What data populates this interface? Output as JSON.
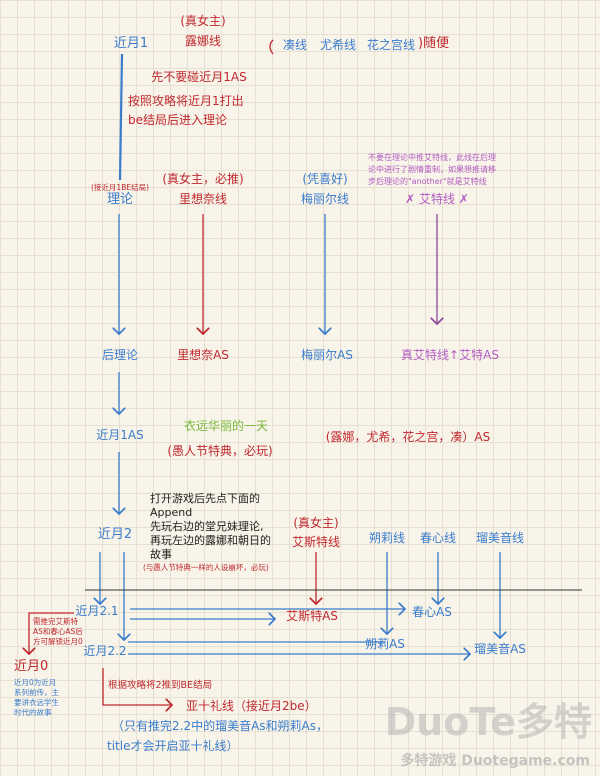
{
  "top": {
    "heroine_tag": "(真女主)",
    "luna_route": "露娜线",
    "tsuki1": "近月1",
    "side_paren": "(",
    "side_routes": [
      "凑线",
      "尤希线",
      "花之宫线"
    ],
    "side_note": ")随便",
    "note1": "先不要碰近月1AS",
    "note2_line1": "按照攻略将近月1打出",
    "note2_line2": "be结局后进入理论"
  },
  "theory": {
    "small_note": "(接近月1BE结局)",
    "label": "理论",
    "risona_tag": "(真女主，必推)",
    "risona_route": "里想奈线",
    "meryl_tag": "(凭喜好)",
    "meryl_route": "梅丽尔线",
    "ait_note": [
      "不要在理论中推艾特线，此线在后理",
      "论中进行了剧情重制，如果想推请移",
      "步后理论的\"another\"就是艾特线"
    ],
    "ait_route": "✗ 艾特线 ✗"
  },
  "after_theory": {
    "label": "后理论",
    "risona_as": "里想奈AS",
    "meryl_as": "梅丽尔AS",
    "ait_as": "真艾特线↑艾特AS"
  },
  "tsuki1_as": {
    "label": "近月1AS",
    "fandisc": "衣远华丽的一天",
    "fandisc_note": "(愚人节特典，必玩)",
    "others_as": "(露娜，尤希，花之宫，凑）AS"
  },
  "tsuki2": {
    "label": "近月2",
    "note": [
      "打开游戏后先点下面的",
      "Append",
      "先玩右边的堂兄妹理论,",
      "再玩左边的露娜和朝日的",
      "故事"
    ],
    "note_small": "(与愚人节特典一样的人设崩坏，必玩)",
    "heroine_tag": "(真女主)",
    "routes": [
      "艾斯特线",
      "朔莉线",
      "春心线",
      "瑠美音线"
    ],
    "t21": "近月2.1",
    "t22": "近月2.2",
    "as": [
      "艾斯特AS",
      "春心AS",
      "朔莉AS",
      "瑠美音AS"
    ]
  },
  "tsuki0": {
    "unlock_note": [
      "需推完艾斯特",
      "AS和春心AS后",
      "方可解锁近月0"
    ],
    "label": "近月0",
    "desc": [
      "近月0为近月",
      "系列前传，主",
      "要讲衣远学生",
      "时代的故事"
    ]
  },
  "asatorei": {
    "note": "根据攻略将2推到BE结局",
    "route": "亚十礼线（接近月2be）",
    "cond_line1": "（只有推完2.2中的瑠美音As和朔莉As，",
    "cond_line2": "title才会开启亚十礼线）"
  },
  "watermark": {
    "logo": "DuoTe多特",
    "sub": "多特游戏 Duotegame.com"
  },
  "colors": {
    "blue": "#3a7ccc",
    "red": "#c0282f",
    "purple": "#b25cc2",
    "green": "#78b83a"
  }
}
